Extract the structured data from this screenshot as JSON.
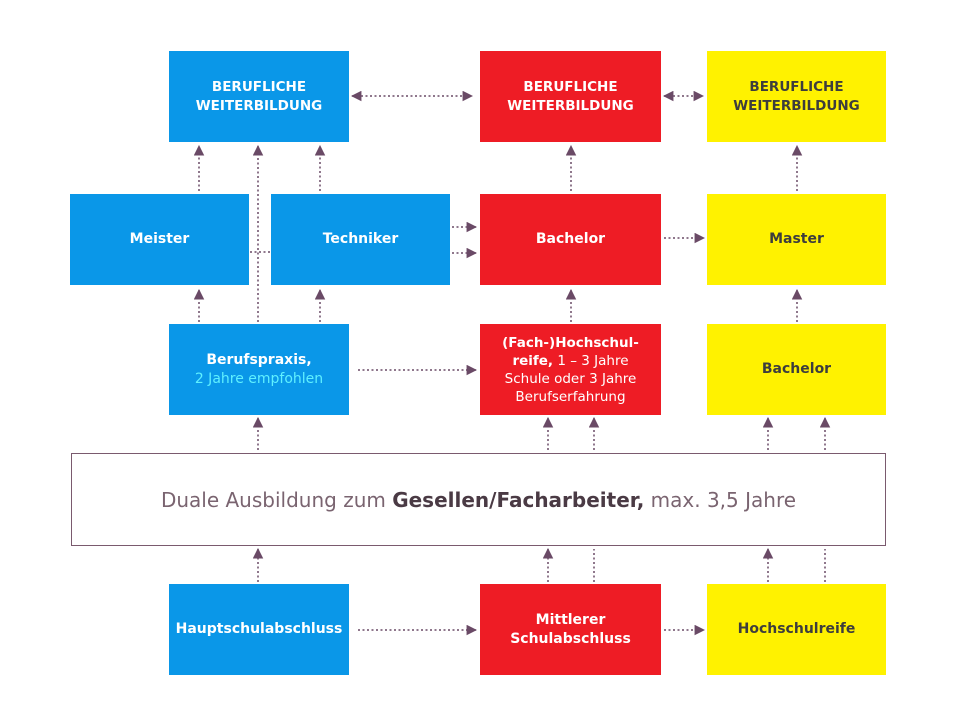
{
  "boxes": {
    "blue_weiterbildung": [
      "BERUFLICHE",
      "WEITERBILDUNG"
    ],
    "red_weiterbildung": [
      "BERUFLICHE",
      "WEITERBILDUNG"
    ],
    "yellow_weiterbildung": [
      "BERUFLICHE",
      "WEITERBILDUNG"
    ],
    "meister": "Meister",
    "techniker": "Techniker",
    "bachelor_red": "Bachelor",
    "master": "Master",
    "berufspraxis": {
      "line1": "Berufspraxis,",
      "line2": "2 Jahre empfohlen"
    },
    "hochschulreife_fach": {
      "bold1": "(Fach-)Hochschul-",
      "bold2": "reife,",
      "rest2": " 1 – 3 Jahre",
      "line3": "Schule oder 3 Jahre",
      "line4": "Berufserfahrung"
    },
    "bachelor_yellow": "Bachelor",
    "hauptschulabschluss": "Hauptschulabschluss",
    "mittlerer": [
      "Mittlerer",
      "Schulabschluss"
    ],
    "hochschulreife": "Hochschulreife"
  },
  "duale": {
    "prefix": "Duale Ausbildung zum ",
    "bold": "Gesellen/Facharbeiter,",
    "suffix": " max. 3,5 Jahre"
  },
  "colors": {
    "blue": "#0a97e8",
    "red": "#ee1c25",
    "yellow": "#fff200",
    "arrow": "#6a4a66"
  }
}
